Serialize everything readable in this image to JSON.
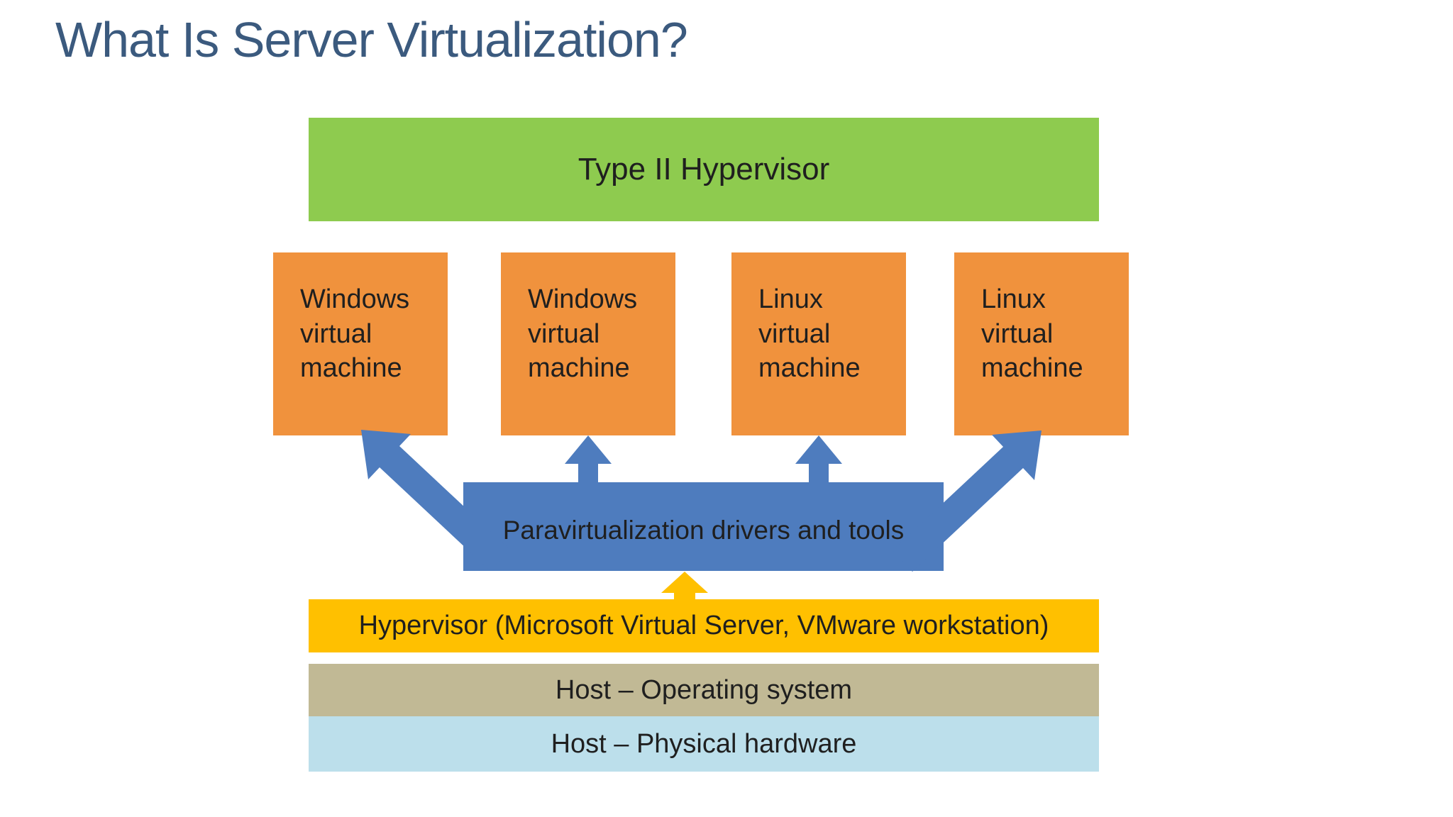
{
  "title": "What Is Server Virtualization?",
  "colors": {
    "title_text": "#3b5a7e",
    "box_text": "#1f1f1f",
    "green": "#8ecb4f",
    "orange": "#f0923d",
    "blue": "#4e7cbe",
    "gold": "#ffc000",
    "tan": "#c1b995",
    "light_blue": "#bcdfeb",
    "background": "#ffffff"
  },
  "diagram": {
    "top_box": {
      "label": "Type II Hypervisor"
    },
    "vm_boxes": [
      {
        "label": "Windows virtual machine"
      },
      {
        "label": "Windows virtual machine"
      },
      {
        "label": "Linux virtual machine"
      },
      {
        "label": "Linux virtual machine"
      }
    ],
    "paravirt_box": {
      "label": "Paravirtualization drivers and tools"
    },
    "hypervisor_bar": {
      "label": "Hypervisor (Microsoft Virtual Server, VMware workstation)"
    },
    "host_os_bar": {
      "label": "Host – Operating system"
    },
    "host_hw_bar": {
      "label": "Host – Physical hardware"
    },
    "arrows": [
      {
        "name": "paravirt-to-vm1-arrow",
        "direction": "up-left"
      },
      {
        "name": "paravirt-to-vm2-arrow",
        "direction": "up"
      },
      {
        "name": "paravirt-to-vm3-arrow",
        "direction": "up"
      },
      {
        "name": "paravirt-to-vm4-arrow",
        "direction": "up-right"
      },
      {
        "name": "hypervisor-to-paravirt-arrow",
        "direction": "up"
      }
    ]
  }
}
